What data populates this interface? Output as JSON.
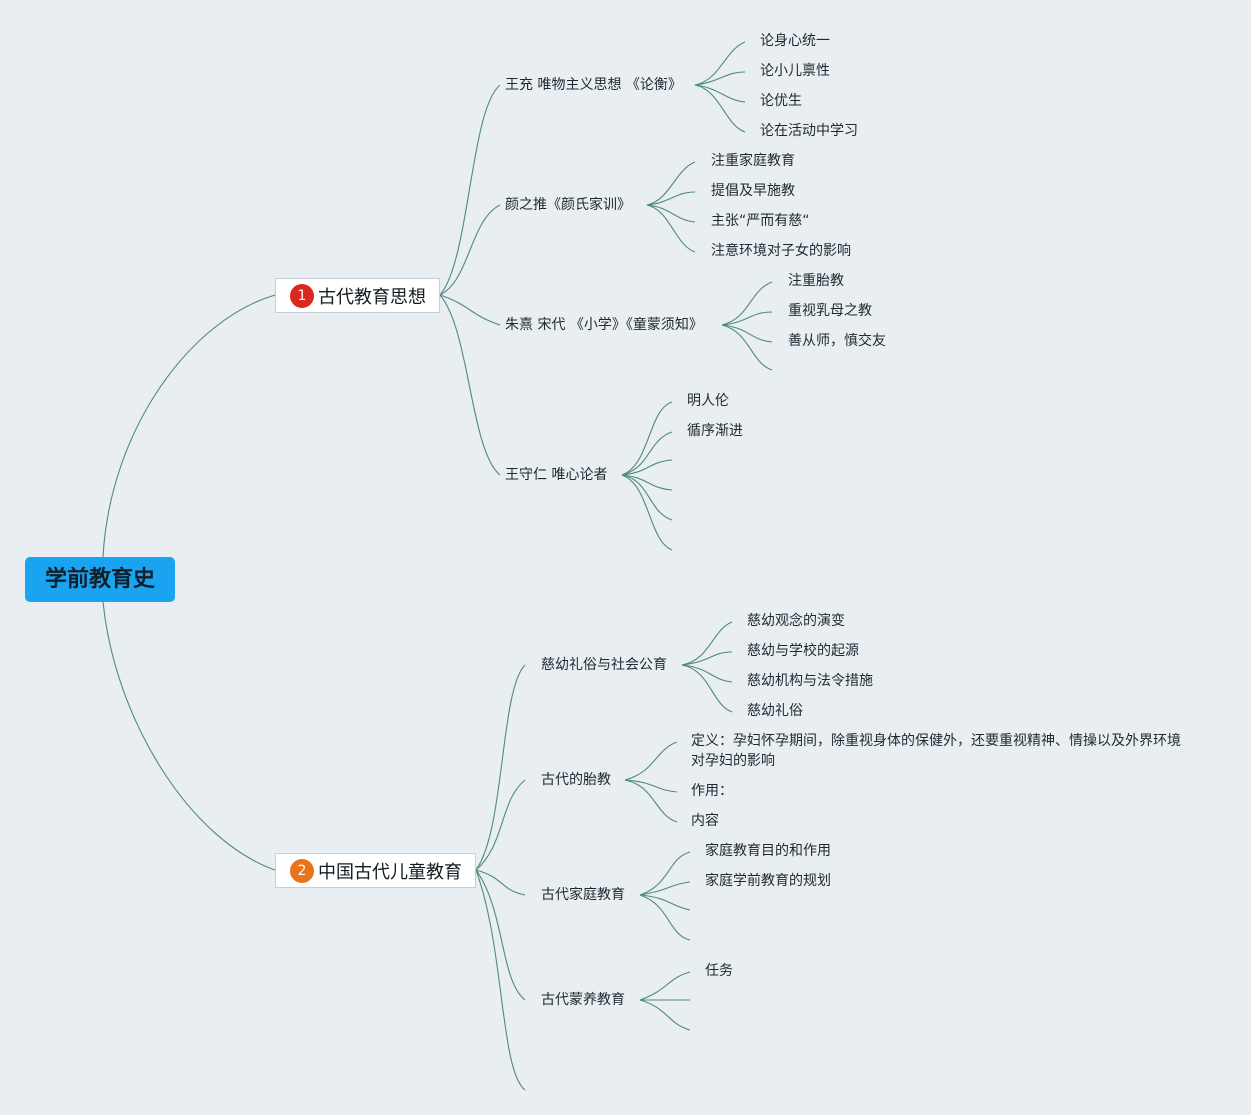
{
  "root": {
    "label": "学前教育史"
  },
  "colors": {
    "root_bg": "#1aa3f0",
    "badge1": "#d9281e",
    "badge2": "#e8731a",
    "link": "#4f8a7e"
  },
  "branch1": {
    "number": "1",
    "label": "古代教育思想",
    "topics": [
      {
        "label": "王充 唯物主义思想 《论衡》",
        "items": [
          "论身心统一",
          "论小儿禀性",
          "论优生",
          "论在活动中学习"
        ]
      },
      {
        "label": "颜之推《颜氏家训》",
        "items": [
          "注重家庭教育",
          "提倡及早施教",
          "主张“严而有慈“",
          "注意环境对子女的影响"
        ]
      },
      {
        "label": "朱熹 宋代 《小学》《童蒙须知》",
        "items": [
          "注重胎教",
          "重视乳母之教",
          "善从师，慎交友"
        ]
      },
      {
        "label": "王守仁 唯心论者",
        "items": [
          "明人伦",
          "循序渐进"
        ]
      }
    ]
  },
  "branch2": {
    "number": "2",
    "label": "中国古代儿童教育",
    "topics": [
      {
        "label": "慈幼礼俗与社会公育",
        "items": [
          "慈幼观念的演变",
          "慈幼与学校的起源",
          "慈幼机构与法令措施",
          "慈幼礼俗"
        ]
      },
      {
        "label": "古代的胎教",
        "items": [
          "定义：孕妇怀孕期间，除重视身体的保健外，还要重视精神、情操以及外界环境对孕妇的影响",
          "作用：",
          "内容"
        ]
      },
      {
        "label": "古代家庭教育",
        "items": [
          "家庭教育目的和作用",
          "家庭学前教育的规划"
        ]
      },
      {
        "label": "古代蒙养教育",
        "items": [
          "任务"
        ]
      }
    ]
  }
}
